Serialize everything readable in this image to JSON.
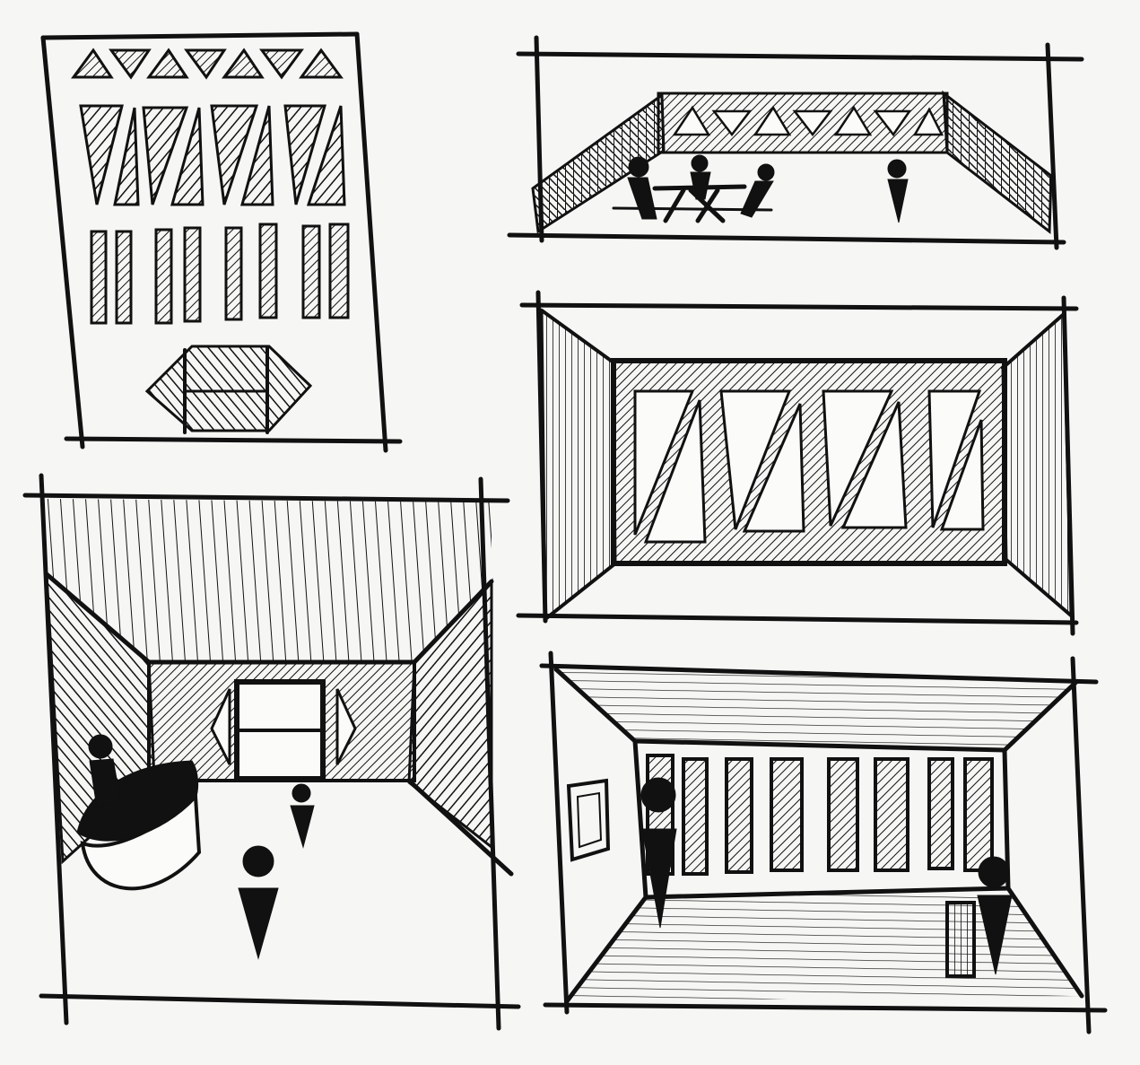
{
  "colors": {
    "ink": "#111111",
    "paper": "#f6f6f4"
  },
  "sketches": [
    {
      "id": "facade-elevation",
      "view": "elevation"
    },
    {
      "id": "truss-bridge-interior",
      "view": "perspective"
    },
    {
      "id": "truss-room-perspective",
      "view": "perspective"
    },
    {
      "id": "lobby-perspective",
      "view": "perspective"
    },
    {
      "id": "gallery-perspective",
      "view": "perspective"
    }
  ]
}
